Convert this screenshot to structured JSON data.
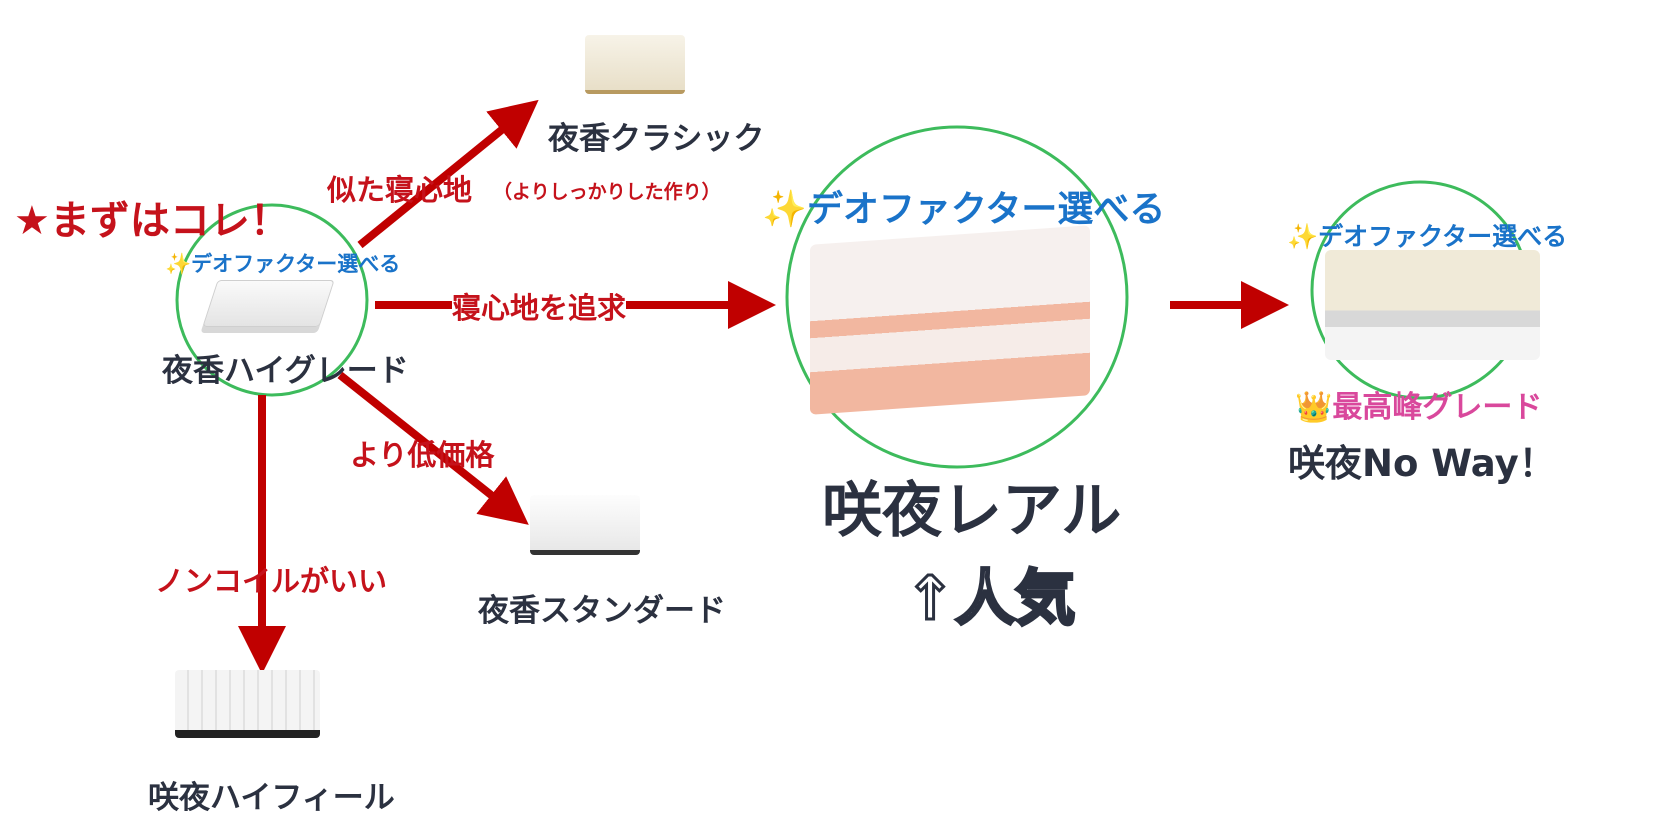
{
  "headline": "★まずはコレ！",
  "defacto_small": "✨デオファクター選べる",
  "defacto_large": "✨デオファクター選べる",
  "defacto_right": "✨デオファクター選べる",
  "products": {
    "highgrade": "夜香ハイグレード",
    "classic": "夜香クラシック",
    "standard": "夜香スタンダード",
    "highfeel": "咲夜ハイフィール",
    "real": "咲夜レアル",
    "noway": "咲夜No Way！"
  },
  "arrows": {
    "similar": "似た寝心地",
    "similar_note": "（よりしっかりした作り）",
    "pursue": "寝心地を追求",
    "cheaper": "より低価格",
    "noncoil": "ノンコイルがいい"
  },
  "popular": "↑人気",
  "top_grade": "👑最高峰グレード",
  "colors": {
    "arrow": "#c00000",
    "circle": "#3dbb5c",
    "defacto": "#1a73c9",
    "topgrade": "#d9489c"
  }
}
